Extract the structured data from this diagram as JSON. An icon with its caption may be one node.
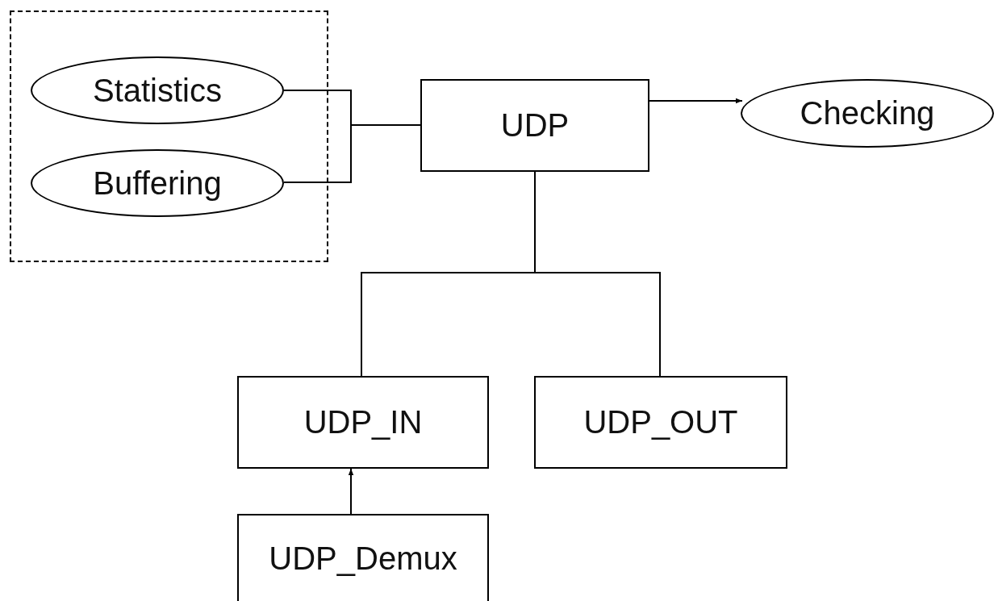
{
  "diagram": {
    "nodes": [
      {
        "text": [],
        "shape": "box"
      },
      {
        "text": [
          "Statistics"
        ],
        "in": 0
      },
      {
        "text": [
          "Buffering"
        ],
        "in": 0
      },
      {
        "text": [
          "UDP"
        ]
      },
      {
        "text": [
          "Checking"
        ]
      },
      {
        "text": [
          "UDP_IN"
        ]
      },
      {
        "text": [
          "UDP_OUT"
        ]
      },
      {
        "text": [
          "UDP_Demux"
        ]
      }
    ],
    "edges": [
      {
        "from": 1,
        "to": 3,
        "arrow": "none"
      },
      {
        "from": 2,
        "to": 3,
        "arrow": "none"
      },
      {
        "from": 3,
        "to": 4,
        "arrow": "to"
      },
      {
        "from": 3,
        "to": 5,
        "arrow": "none"
      },
      {
        "from": 3,
        "to": 6,
        "arrow": "none"
      },
      {
        "from": 7,
        "to": 5,
        "arrow": "to"
      }
    ]
  }
}
